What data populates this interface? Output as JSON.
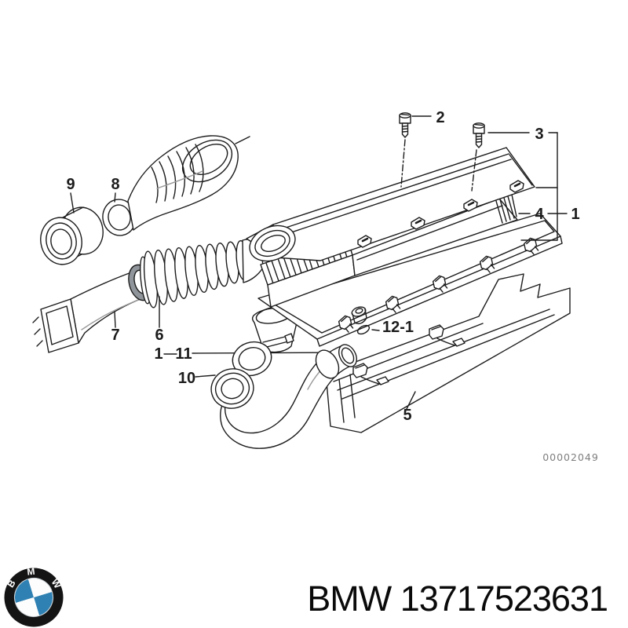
{
  "diagram": {
    "drawing_number": "00002049",
    "ink_color": "#1c1c1c",
    "faint_text_color": "#7e7e7e",
    "callouts": {
      "c2": {
        "label": "2"
      },
      "c3": {
        "label": "3"
      },
      "c4": {
        "label": "4"
      },
      "c1_right": {
        "label": "1"
      },
      "c9": {
        "label": "9"
      },
      "c8": {
        "label": "8"
      },
      "c7": {
        "label": "7"
      },
      "c6": {
        "label": "6"
      },
      "c1_left": {
        "label": "1"
      },
      "c11": {
        "label": "11"
      },
      "c10": {
        "label": "10"
      },
      "c12_1": {
        "label": "12-1"
      },
      "c5": {
        "label": "5"
      }
    }
  },
  "footer": {
    "part_text": "BMW 13717523631",
    "logo": {
      "b": "B",
      "m": "M",
      "w": "W",
      "blue": "#2f81b3",
      "ring_black": "#141414",
      "white": "#fdfdfd"
    }
  }
}
